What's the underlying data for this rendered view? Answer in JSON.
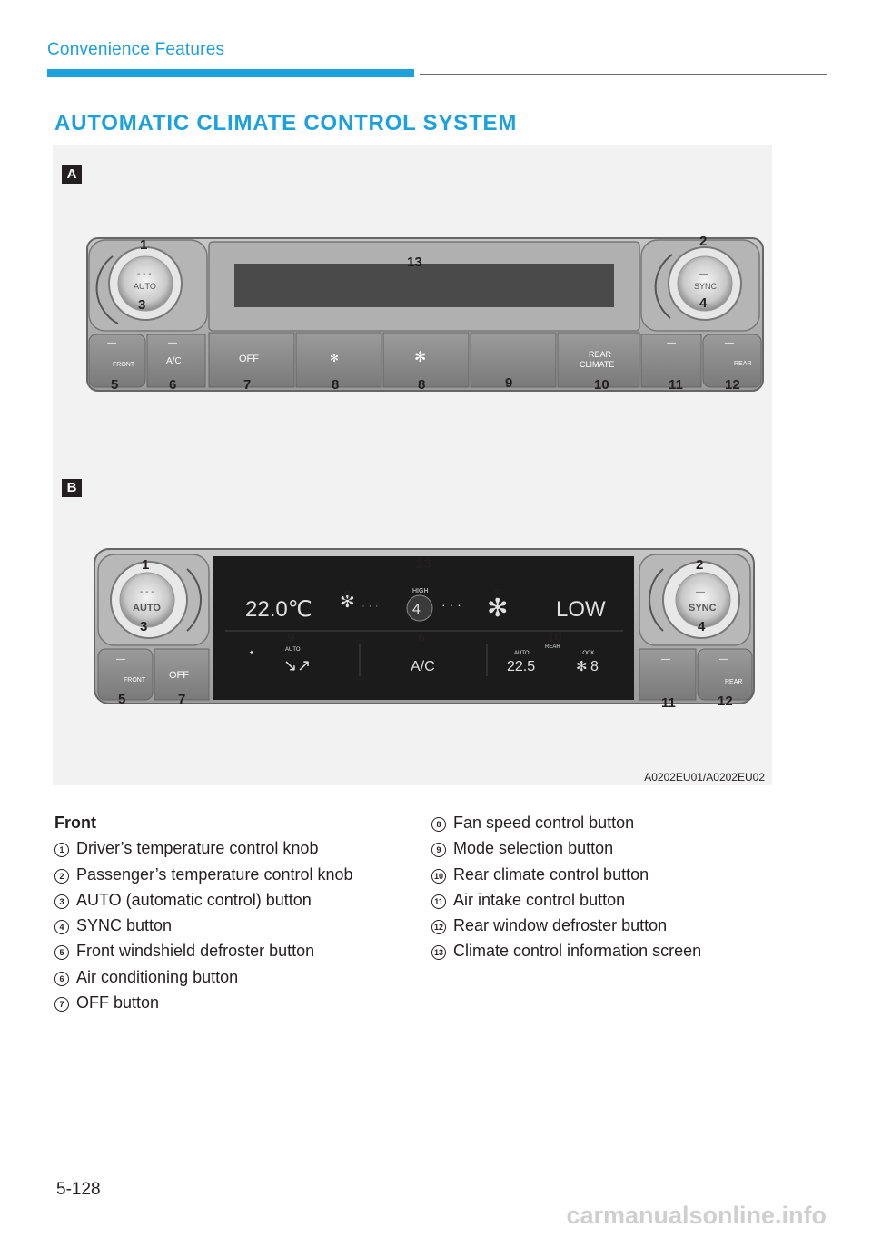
{
  "header": {
    "section": "Convenience Features"
  },
  "title": "AUTOMATIC CLIMATE CONTROL SYSTEM",
  "figure": {
    "label_a": "A",
    "label_b": "B",
    "code": "A0202EU01/A0202EU02",
    "panel_a": {
      "auto": "AUTO",
      "sync": "SYNC",
      "front": "FRONT",
      "ac": "A/C",
      "off": "OFF",
      "rear_climate_1": "REAR",
      "rear_climate_2": "CLIMATE",
      "rear": "REAR"
    },
    "panel_b": {
      "auto": "AUTO",
      "sync": "SYNC",
      "front": "FRONT",
      "off": "OFF",
      "rear": "REAR",
      "temp_left": "22.0℃",
      "high": "HIGH",
      "fan_level": "4",
      "temp_right": "LOW",
      "mode_auto": "AUTO",
      "ac": "A/C",
      "rear_auto": "AUTO",
      "rear_label": "REAR",
      "rear_temp": "22.5",
      "lock": "LOCK",
      "rear_fan": "8"
    }
  },
  "list": {
    "heading": "Front",
    "items": [
      {
        "num": "1",
        "text": "Driver’s temperature control knob"
      },
      {
        "num": "2",
        "text": "Passenger’s temperature control knob"
      },
      {
        "num": "3",
        "text": "AUTO (automatic control) button"
      },
      {
        "num": "4",
        "text": "SYNC button"
      },
      {
        "num": "5",
        "text": "Front windshield defroster button"
      },
      {
        "num": "6",
        "text": "Air conditioning button"
      },
      {
        "num": "7",
        "text": "OFF button"
      },
      {
        "num": "8",
        "text": "Fan speed control button"
      },
      {
        "num": "9",
        "text": "Mode selection button"
      },
      {
        "num": "10",
        "text": "Rear climate control button"
      },
      {
        "num": "11",
        "text": "Air intake control button"
      },
      {
        "num": "12",
        "text": "Rear window defroster button"
      },
      {
        "num": "13",
        "text": "Climate control information screen"
      }
    ]
  },
  "page_number": "5-128",
  "watermark": "carmanualsonline.info"
}
